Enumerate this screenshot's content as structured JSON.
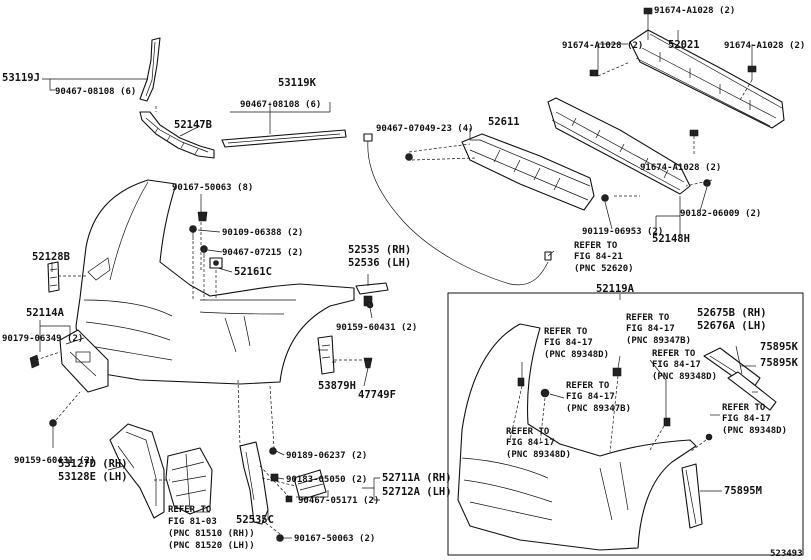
{
  "diagram_id": "523493",
  "labels": {
    "p53119J": "53119J",
    "p90467_08108_6_a": "90467-08108 (6)",
    "p53119K": "53119K",
    "p90467_08108_6_b": "90467-08108 (6)",
    "p52147B": "52147B",
    "p90167_50063_8": "90167-50063 (8)",
    "p90109_06388_2": "90109-06388 (2)",
    "p90467_07215_2": "90467-07215 (2)",
    "p52161C": "52161C",
    "p52128B": "52128B",
    "p52114A": "52114A",
    "p90179_06349_2": "90179-06349 (2)",
    "p90159_60431_2_a": "90159-60431 (2)",
    "p52535_rh": "52535 (RH)",
    "p52536_lh": "52536 (LH)",
    "p90159_60431_2_b": "90159-60431 (2)",
    "p53879H": "53879H",
    "p47749F": "47749F",
    "p90189_06237_2": "90189-06237 (2)",
    "p90183_05050_2": "90183-05050 (2)",
    "p90467_05171_2": "90467-05171 (2)",
    "p52711A_rh": "52711A (RH)",
    "p52712A_lh": "52712A (LH)",
    "p53127D_rh": "53127D (RH)",
    "p53128E_lh": "53128E (LH)",
    "p52535C": "52535C",
    "p90167_50063_2": "90167-50063 (2)",
    "ref_81_03": [
      "REFER TO",
      "FIG 81-03",
      "(PNC 81510 (RH))",
      "(PNC 81520 (LH))"
    ],
    "p91674_A1028_2_top": "91674-A1028 (2)",
    "p91674_A1028_2_left": "91674-A1028 (2)",
    "p52021": "52021",
    "p91674_A1028_2_right": "91674-A1028 (2)",
    "p90467_07049_23_4": "90467-07049-23 (4)",
    "p52611": "52611",
    "p91674_A1028_2_mid": "91674-A1028 (2)",
    "p90182_06009_2": "90182-06009 (2)",
    "p90119_06953_2": "90119-06953 (2)",
    "p52148H": "52148H",
    "ref_84_21": [
      "REFER TO",
      "FIG 84-21",
      "(PNC 52620)"
    ],
    "p52119A": "52119A",
    "ref_84_17_a": [
      "REFER TO",
      "FIG 84-17",
      "(PNC 89348D)"
    ],
    "ref_84_17_b": [
      "REFER TO",
      "FIG 84-17",
      "(PNC 89347B)"
    ],
    "ref_84_17_c": [
      "REFER TO",
      "FIG 84-17",
      "(PNC 89348D)"
    ],
    "ref_84_17_d": [
      "REFER TO",
      "FIG 84-17",
      "(PNC 89347B)"
    ],
    "ref_84_17_e": [
      "REFER TO",
      "FIG 84-17",
      "(PNC 89348D)"
    ],
    "ref_84_17_f": [
      "REFER TO",
      "FIG 84-17",
      "(PNC 89348D)"
    ],
    "p52675B_rh": "52675B (RH)",
    "p52676A_lh": "52676A (LH)",
    "p75895K_a": "75895K",
    "p75895K_b": "75895K",
    "p75895M": "75895M"
  }
}
